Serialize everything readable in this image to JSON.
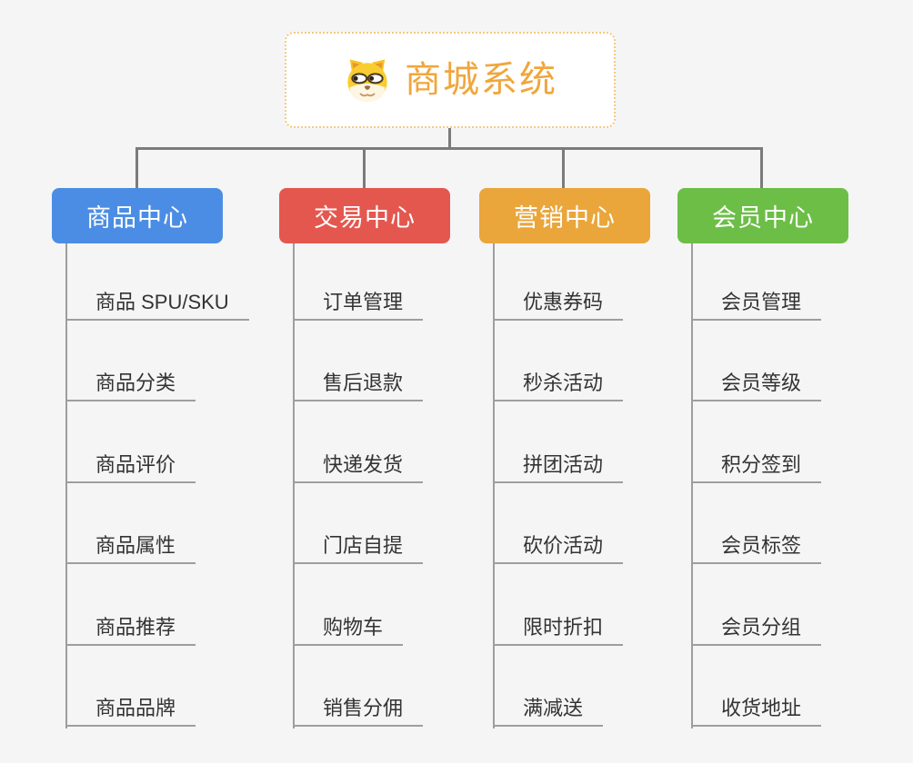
{
  "root": {
    "title": "商城系统",
    "icon": "dog-face-icon",
    "text_color": "#f0a63c",
    "border_color": "#f3c97e"
  },
  "branches": [
    {
      "label": "商品中心",
      "color": "#4b8de4",
      "children": [
        "商品 SPU/SKU",
        "商品分类",
        "商品评价",
        "商品属性",
        "商品推荐",
        "商品品牌"
      ]
    },
    {
      "label": "交易中心",
      "color": "#e4574f",
      "children": [
        "订单管理",
        "售后退款",
        "快递发货",
        "门店自提",
        "购物车",
        "销售分佣"
      ]
    },
    {
      "label": "营销中心",
      "color": "#eaa63b",
      "children": [
        "优惠券码",
        "秒杀活动",
        "拼团活动",
        "砍价活动",
        "限时折扣",
        "满减送"
      ]
    },
    {
      "label": "会员中心",
      "color": "#6cbe47",
      "children": [
        "会员管理",
        "会员等级",
        "积分签到",
        "会员标签",
        "会员分组",
        "收货地址"
      ]
    }
  ],
  "connector_color": "#7b7b7b",
  "leaf_line_color": "#9e9e9e",
  "leaf_text_color": "#333333",
  "background_color": "#f5f5f5"
}
